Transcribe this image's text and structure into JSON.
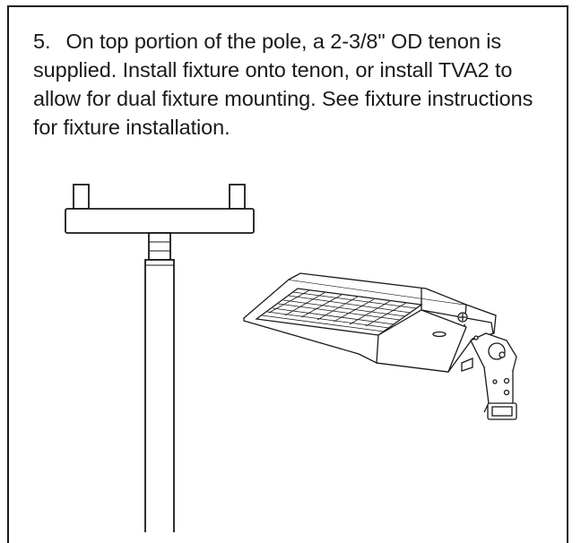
{
  "step": {
    "number": "5.",
    "text": "On top portion of the pole, a 2-3/8\" OD tenon is supplied. Install fixture onto tenon, or install TVA2 to allow for dual fixture mounting. See fixture instructions for fixture installation."
  },
  "figures": {
    "pole": "pole-with-twin-tenon-adapter",
    "fixture": "area-light-fixture"
  }
}
